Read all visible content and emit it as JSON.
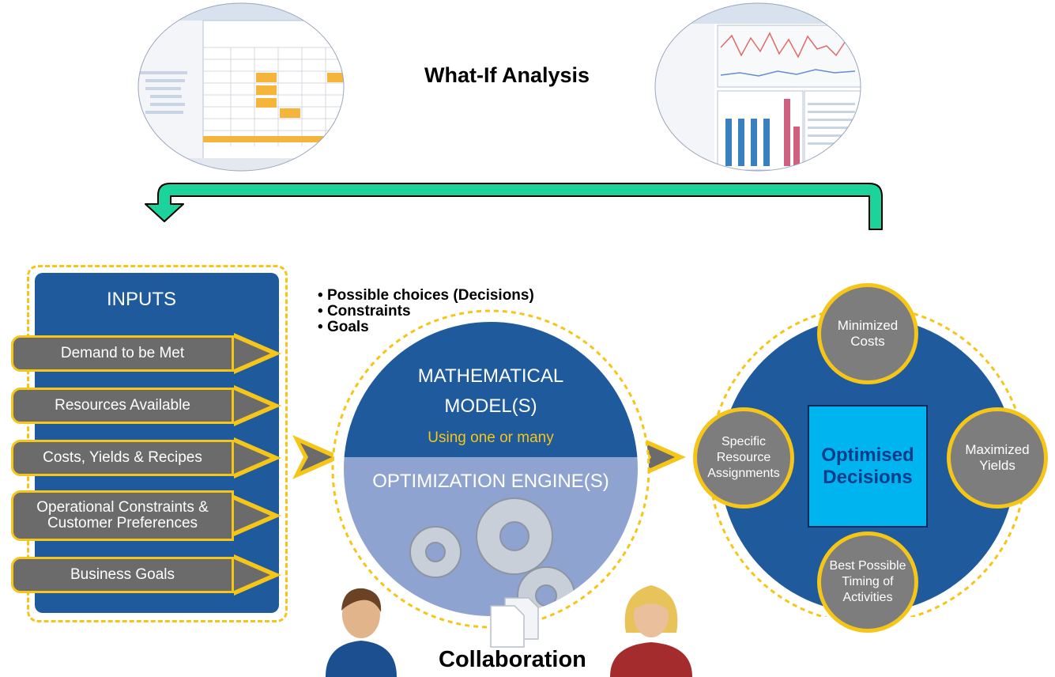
{
  "what_if": {
    "title": "What-If Analysis"
  },
  "inputs": {
    "title": "INPUTS",
    "items": [
      "Demand to be Met",
      "Resources Available",
      "Costs, Yields & Recipes",
      "Operational Constraints & Customer Preferences",
      "Business Goals"
    ]
  },
  "bullets": [
    "Possible choices (Decisions)",
    "Constraints",
    "Goals"
  ],
  "model": {
    "title_line1": "MATHEMATICAL",
    "title_line2": "MODEL(S)",
    "subtitle": "Using one or many",
    "engine": "OPTIMIZATION ENGINE(S)"
  },
  "results": {
    "center": "Optimised Decisions",
    "top": "Minimized Costs",
    "left": "Specific Resource Assignments",
    "right": "Maximized Yields",
    "bottom": "Best Possible Timing of Activities"
  },
  "collaboration": {
    "label": "Collaboration"
  },
  "colors": {
    "navy": "#1e5a9c",
    "gold": "#f5c518",
    "gray": "#7d7d7d",
    "cyan": "#00b4f0",
    "teal_arrow": "#1dd39c",
    "engine_blue": "#8fa3d0"
  },
  "icons": [
    "screenshot-spreadsheet",
    "screenshot-chart",
    "return-arrow-icon",
    "gears-icon",
    "male-user-icon",
    "female-user-icon",
    "document-icon"
  ]
}
